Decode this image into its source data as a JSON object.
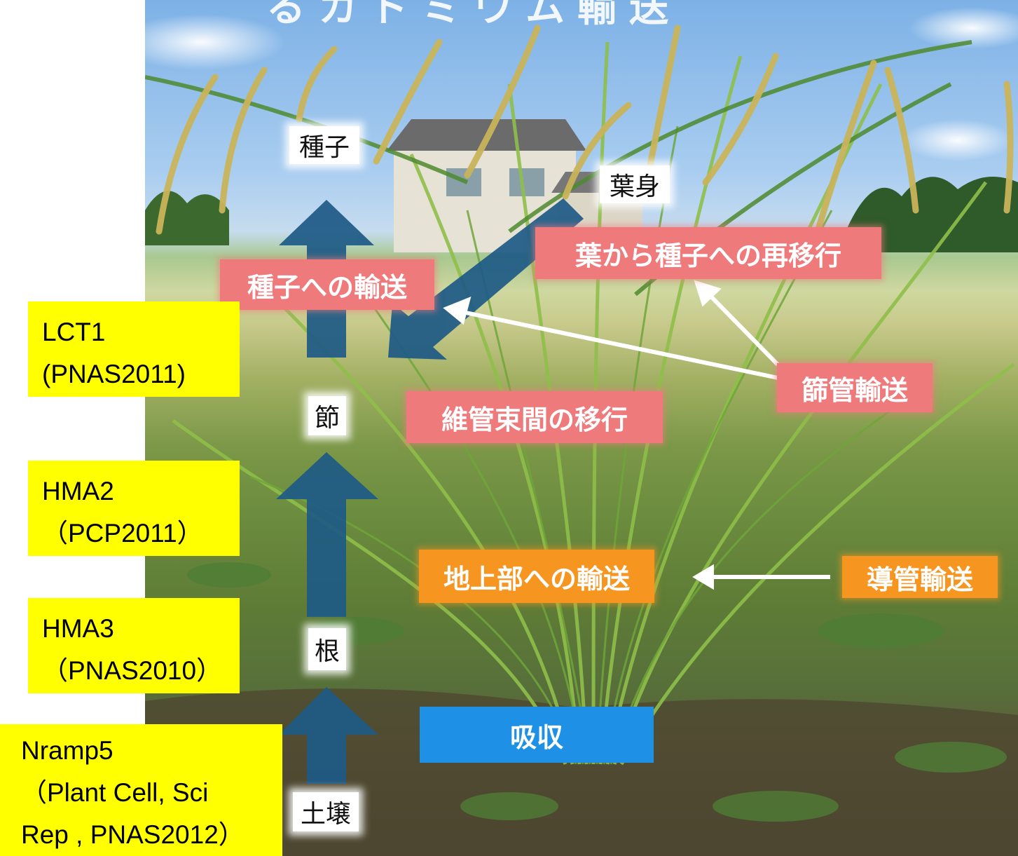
{
  "heading_fragment": "るカドミウム輸送",
  "stages": {
    "seed": "種子",
    "leaf_blade": "葉身",
    "node": "節",
    "root": "根",
    "soil": "土壌"
  },
  "processes": {
    "transport_to_seed": "種子への輸送",
    "remobilization_leaf_to_seed": "葉から種子への再移行",
    "phloem_transport": "篩管輸送",
    "intervascular_transfer": "維管束間の移行",
    "transport_to_shoot": "地上部への輸送",
    "xylem_transport": "導管輸送",
    "absorption": "吸収"
  },
  "genes": [
    {
      "name": "LCT1",
      "reference": "(PNAS2011)"
    },
    {
      "name": "HMA2",
      "reference": "（PCP2011）"
    },
    {
      "name": "HMA3",
      "reference": "（PNAS2010）"
    },
    {
      "name": "Nramp5",
      "reference": "（Plant Cell, Sci",
      "reference_cont": "Rep , PNAS2012）"
    }
  ],
  "colors": {
    "gene_box": "#ffff00",
    "process_pink": "#ee7a7c",
    "process_orange": "#f79521",
    "process_blue": "#1e90e6",
    "flow_arrow": "#1d5a86",
    "phloem_xylem_arrow": "#ffffff"
  }
}
